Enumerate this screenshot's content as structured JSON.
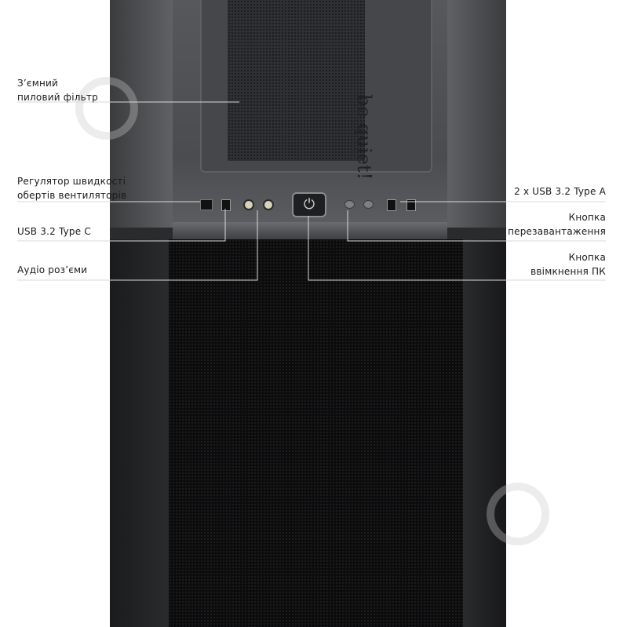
{
  "product": {
    "logo_text": "be quiet!"
  },
  "labels_left": [
    {
      "lines": [
        "З’ємний",
        "пиловий фільтр"
      ]
    },
    {
      "lines": [
        "Регулятор швидкості",
        "обертів вентиляторів"
      ]
    },
    {
      "lines": [
        "USB 3.2 Type C"
      ]
    },
    {
      "lines": [
        "Аудіо роз’єми"
      ]
    }
  ],
  "labels_right": [
    {
      "lines": [
        "2 x USB 3.2 Type A"
      ]
    },
    {
      "lines": [
        "Кнопка",
        "перезавантаження"
      ]
    },
    {
      "lines": [
        "Кнопка",
        "ввімкнення ПК"
      ]
    }
  ],
  "icons": {
    "power": "power-icon",
    "watermark": "watermark-logo-icon"
  },
  "colors": {
    "background": "#ffffff",
    "case": "#2a2b2d",
    "text": "#1a1a1a",
    "leader_line": "#d9d9d9"
  }
}
